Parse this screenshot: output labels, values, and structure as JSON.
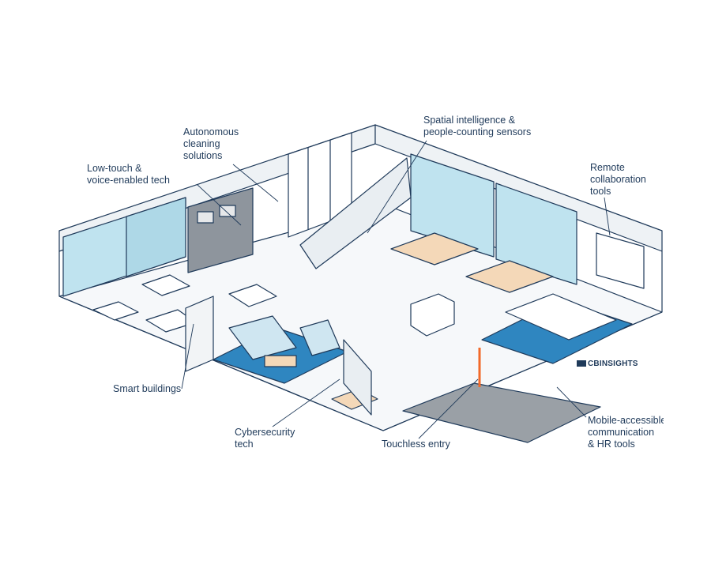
{
  "callouts": {
    "autonomous_cleaning": [
      "Autonomous",
      "cleaning",
      "solutions"
    ],
    "low_touch": [
      "Low-touch &",
      "voice-enabled tech"
    ],
    "spatial_intelligence": [
      "Spatial intelligence &",
      "people-counting sensors"
    ],
    "remote_collab": [
      "Remote",
      "collaboration",
      "tools"
    ],
    "smart_buildings": [
      "Smart buildings"
    ],
    "cybersecurity": [
      "Cybersecurity",
      "tech"
    ],
    "touchless_entry": [
      "Touchless entry"
    ],
    "mobile_hr": [
      "Mobile-accessible",
      "communication",
      "& HR tools"
    ]
  },
  "brand": {
    "logo_text": "CBINSIGHTS"
  },
  "colors": {
    "outline": "#1f3a5a",
    "glass": "#bfe3ef",
    "rug": "#2f86c0",
    "accent": "#f26a2a",
    "floor": "#f6f8fa",
    "entry_mat": "#9aa0a6"
  }
}
